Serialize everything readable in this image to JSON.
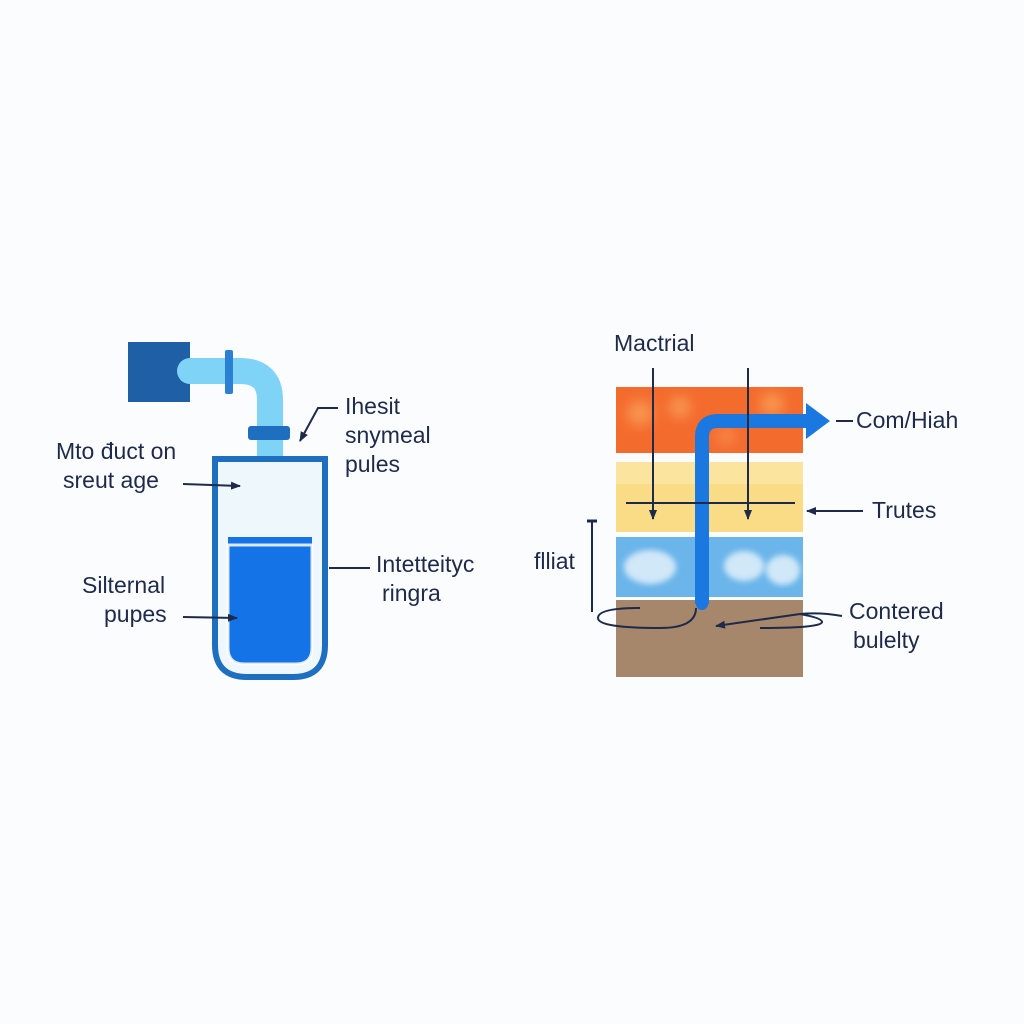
{
  "colors": {
    "tube_outline": "#1e6fc0",
    "liquid": "#1473e6",
    "pipe": "#7fd3f7",
    "block": "#1f5fa6",
    "arrow_flow": "#1a78e0",
    "layer_top": "#f46b2e",
    "layer_mid": "#f9dc85",
    "layer_water": "#6bb5ea",
    "layer_soil": "#a6876b",
    "text": "#1d2a4a"
  },
  "left_diagram": {
    "label_top_right": [
      "Ihesit",
      "snymeal",
      "pules"
    ],
    "label_left_upper": [
      "Mto đuct on",
      "sreut age"
    ],
    "label_left_lower": [
      "Silternal",
      "pupes"
    ],
    "label_right_middle": [
      "Intetteityc",
      "ringra"
    ]
  },
  "right_diagram": {
    "label_top": "Mactrial",
    "label_arrow_out": "Com/Hiah",
    "label_middle_right": "Trutes",
    "label_left": "flliat",
    "label_bottom_right": [
      "Contered",
      "bulelty"
    ]
  }
}
